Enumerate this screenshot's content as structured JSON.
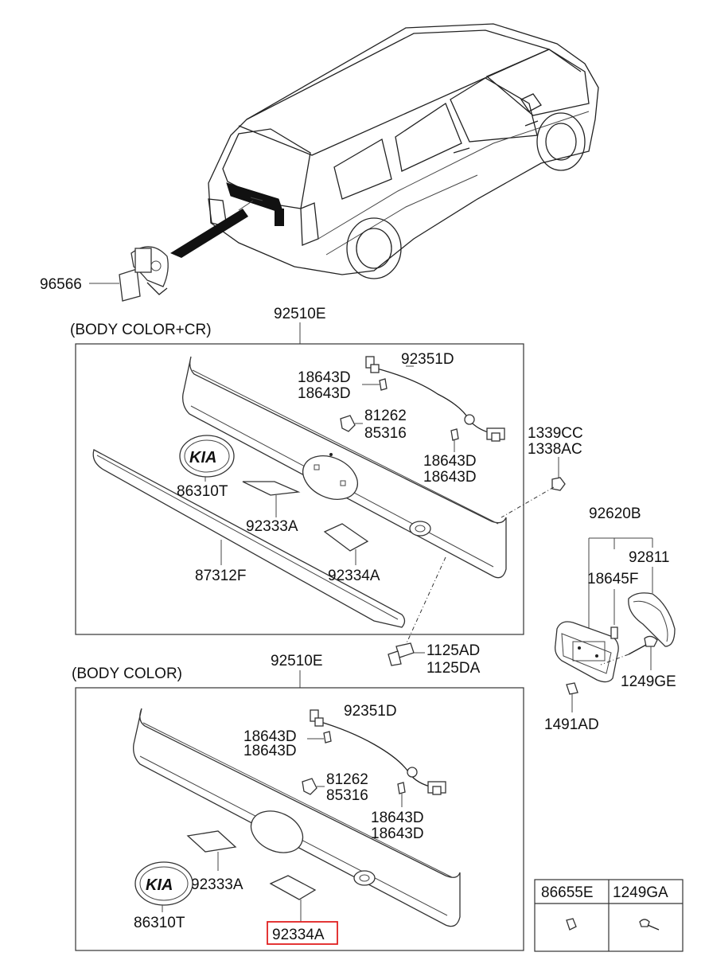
{
  "labels": {
    "p96566": "96566",
    "p92510E_a": "92510E",
    "body_color_cr": "(BODY COLOR+CR)",
    "p92351D_a": "92351D",
    "p18643D_a1": "18643D",
    "p18643D_a2": "18643D",
    "p81262_a": "81262",
    "p85316_a": "85316",
    "p18643D_a3": "18643D",
    "p18643D_a4": "18643D",
    "p1339CC": "1339CC",
    "p1338AC": "1338AC",
    "p86310T_a": "86310T",
    "p92333A_a": "92333A",
    "p92334A_a": "92334A",
    "p87312F": "87312F",
    "p92620B": "92620B",
    "p92811": "92811",
    "p18645F": "18645F",
    "p1249GE": "1249GE",
    "p1125AD": "1125AD",
    "p1125DA": "1125DA",
    "p1491AD": "1491AD",
    "p92510E_b": "92510E",
    "body_color": "(BODY COLOR)",
    "p92351D_b": "92351D",
    "p18643D_b1": "18643D",
    "p18643D_b2": "18643D",
    "p81262_b": "81262",
    "p85316_b": "85316",
    "p18643D_b3": "18643D",
    "p18643D_b4": "18643D",
    "p92333A_b": "92333A",
    "p86310T_b": "86310T",
    "p92334A_b": "92334A",
    "emblem": "KIA"
  },
  "legend_table": {
    "col1": "86655E",
    "col2": "1249GA"
  },
  "highlight": {
    "label": "92334A",
    "color": "#e02020"
  }
}
